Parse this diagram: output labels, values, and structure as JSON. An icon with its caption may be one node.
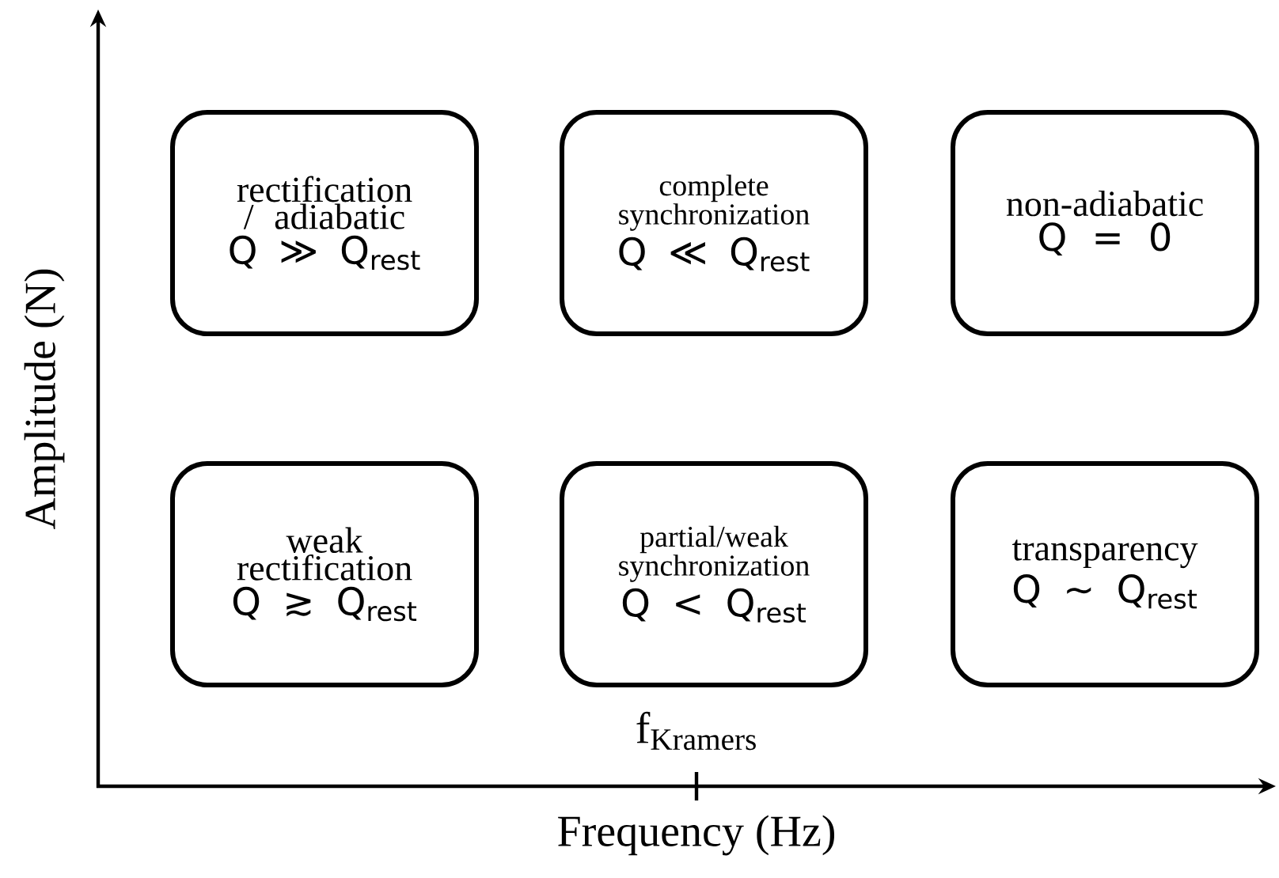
{
  "diagram": {
    "nodes": [
      {
        "text": [
          "rectification / adiabatic",
          "Q ≫ Q$_{rest}$"
        ]
      },
      {
        "text": [
          "complete synchronization",
          "Q ≪ Q$_{rest}$"
        ]
      },
      {
        "text": [
          "non-adiabatic",
          "Q = 0"
        ]
      },
      {
        "text": [
          "weak rectification",
          "Q ≳ Q$_{rest}$"
        ]
      },
      {
        "text": [
          "partial/weak synchronization",
          "Q < Q$_{rest}$"
        ]
      },
      {
        "text": [
          "transparency",
          "Q ~ Q$_{rest}$"
        ]
      }
    ],
    "labels": [
      "Amplitude (N)",
      "f$_{Kramers}$",
      "Frequency (Hz)"
    ]
  }
}
